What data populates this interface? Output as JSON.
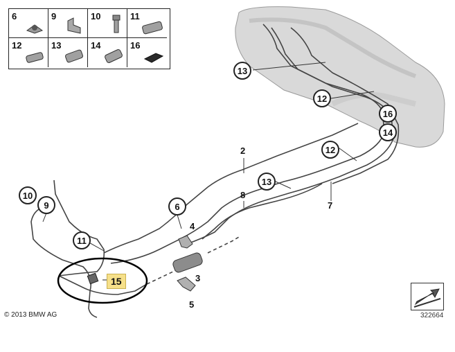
{
  "legend_cells": [
    {
      "num": "6",
      "icon": "nut-icon"
    },
    {
      "num": "9",
      "icon": "clip-icon"
    },
    {
      "num": "10",
      "icon": "bolt-icon"
    },
    {
      "num": "11",
      "icon": "hose-clip-icon"
    },
    {
      "num": "12",
      "icon": "hose-clip-icon"
    },
    {
      "num": "13",
      "icon": "hose-clip-icon"
    },
    {
      "num": "14",
      "icon": "hose-clip-icon"
    },
    {
      "num": "16",
      "icon": "pad-icon"
    }
  ],
  "callouts": {
    "c13_top": "13",
    "c12_top": "12",
    "c16": "16",
    "c14": "14",
    "c12_mid": "12",
    "c13_mid": "13",
    "c10": "10",
    "c9": "9",
    "c6": "6",
    "c11": "11"
  },
  "labels": {
    "l2": "2",
    "l8": "8",
    "l7": "7",
    "l4": "4",
    "l3": "3",
    "l5": "5",
    "l15": "15"
  },
  "footer": {
    "copyright": "© 2013 BMW AG",
    "doc_number": "322664"
  },
  "colors": {
    "line": "#333333",
    "tank": "#bdbdbd",
    "highlight": "#f6e08a"
  }
}
